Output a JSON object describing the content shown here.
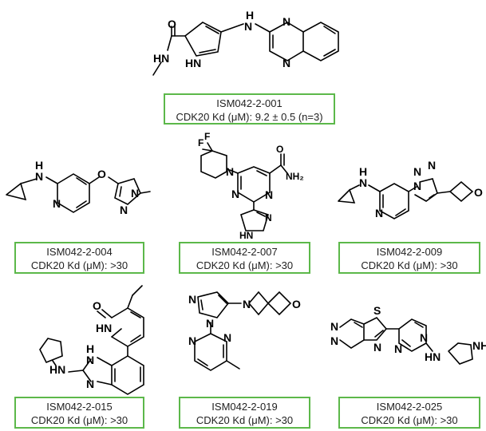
{
  "compounds": [
    {
      "id": "ISM042-2-001",
      "activity": "CDK20 Kd (μM): 9.2 ± 0.5 (n=3)"
    },
    {
      "id": "ISM042-2-004",
      "activity": "CDK20 Kd (μM): >30"
    },
    {
      "id": "ISM042-2-007",
      "activity": "CDK20 Kd (μM): >30"
    },
    {
      "id": "ISM042-2-009",
      "activity": "CDK20 Kd (μM): >30"
    },
    {
      "id": "ISM042-2-015",
      "activity": "CDK20 Kd (μM): >30"
    },
    {
      "id": "ISM042-2-019",
      "activity": "CDK20 Kd (μM): >30"
    },
    {
      "id": "ISM042-2-025",
      "activity": "CDK20 Kd (μM): >30"
    }
  ],
  "colors": {
    "box_border": "#5cb84a",
    "bond": "#000000"
  }
}
